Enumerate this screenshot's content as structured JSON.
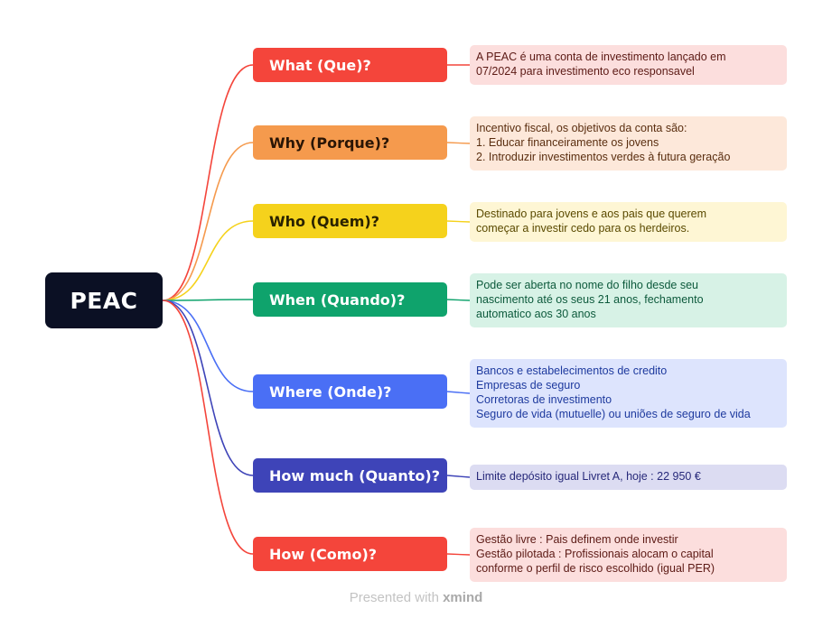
{
  "root": {
    "title": "PEAC"
  },
  "branches": [
    {
      "label": "What (Que)?",
      "color": "#f4453b",
      "details": [
        "A PEAC é uma conta de investimento lançado em",
        "07/2024 para investimento eco responsavel"
      ]
    },
    {
      "label": "Why (Porque)?",
      "color": "#f59a4d",
      "details": [
        "Incentivo fiscal, os objetivos da conta são:",
        "1. Educar financeiramente os jovens",
        "2. Introduzir investimentos verdes à futura geração"
      ]
    },
    {
      "label": "Who (Quem)?",
      "color": "#f5d21c",
      "details": [
        "Destinado para jovens e aos pais que querem",
        "começar a investir cedo para os herdeiros."
      ]
    },
    {
      "label": "When (Quando)?",
      "color": "#0fa36c",
      "details": [
        "Pode ser aberta no nome do filho desde seu",
        "nascimento até os seus 21 anos, fechamento",
        "automatico aos 30 anos"
      ]
    },
    {
      "label": "Where (Onde)?",
      "color": "#4a6ff5",
      "details": [
        "Bancos e estabelecimentos de credito",
        "Empresas de seguro",
        "Corretoras de investimento",
        "Seguro de vida (mutuelle) ou uniões de seguro de vida"
      ]
    },
    {
      "label": "How much (Quanto)?",
      "color": "#3e44b8",
      "details": [
        "Limite depósito igual Livret A, hoje : 22 950 €"
      ]
    },
    {
      "label": "How (Como)?",
      "color": "#f4453b",
      "details": [
        "Gestão livre : Pais definem onde investir",
        "Gestão pilotada : Profissionais alocam o capital",
        "conforme o perfil de risco escolhido (igual PER)"
      ]
    }
  ],
  "footer": {
    "prefix": "Presented with ",
    "brand": "xmind"
  }
}
